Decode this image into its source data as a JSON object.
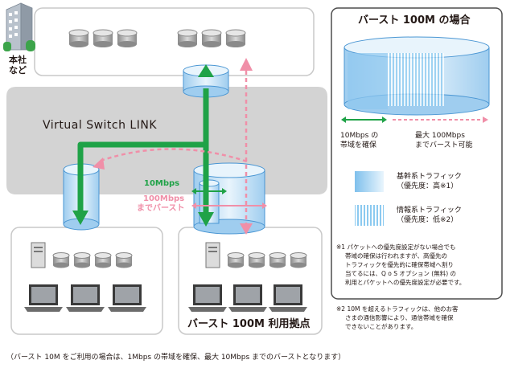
{
  "hq_label_line1": "本社",
  "hq_label_line2": "など",
  "virtual_switch_label": "Virtual Switch LINK",
  "branch_label": "バースト 100M 利用拠点",
  "label_10mbps": "10Mbps",
  "label_100mbps": "100Mbps",
  "label_burst": "までバースト",
  "footer_note": "（バースト 10M をご利用の場合は、1Mbps の帯域を確保、最大 10Mbps までのバーストとなります）",
  "right_panel": {
    "title": "バースト 100M の場合",
    "guaranteed_line1": "10Mbps の",
    "guaranteed_line2": "帯域を確保",
    "max_line1": "最大 100Mbps",
    "max_line2": "までバースト可能",
    "legend": [
      {
        "line1": "基幹系トラフィック",
        "line2": "（優先度：高※1）"
      },
      {
        "line1": "情報系トラフィック",
        "line2": "（優先度：低※2）"
      }
    ],
    "note1": [
      "※1 パケットへの優先度設定がない場合でも",
      "帯域の確保は行われますが、高優先の",
      "トラフィックを優先的に確保帯域へ割り",
      "当てるには、Q o S オプション (無料) の",
      "利用とパケットへの優先度設定が必要です。"
    ],
    "note2": [
      "※2 10M を超えるトラフィックは、他のお客",
      "さまの通信影響により、通信帯域を確保",
      "できないことがあります。"
    ]
  },
  "colors": {
    "green": "#1fa247",
    "pink": "#f08fa8",
    "cylinder_blue": "#cfe6f8",
    "gray_band": "#d2d2d2"
  }
}
